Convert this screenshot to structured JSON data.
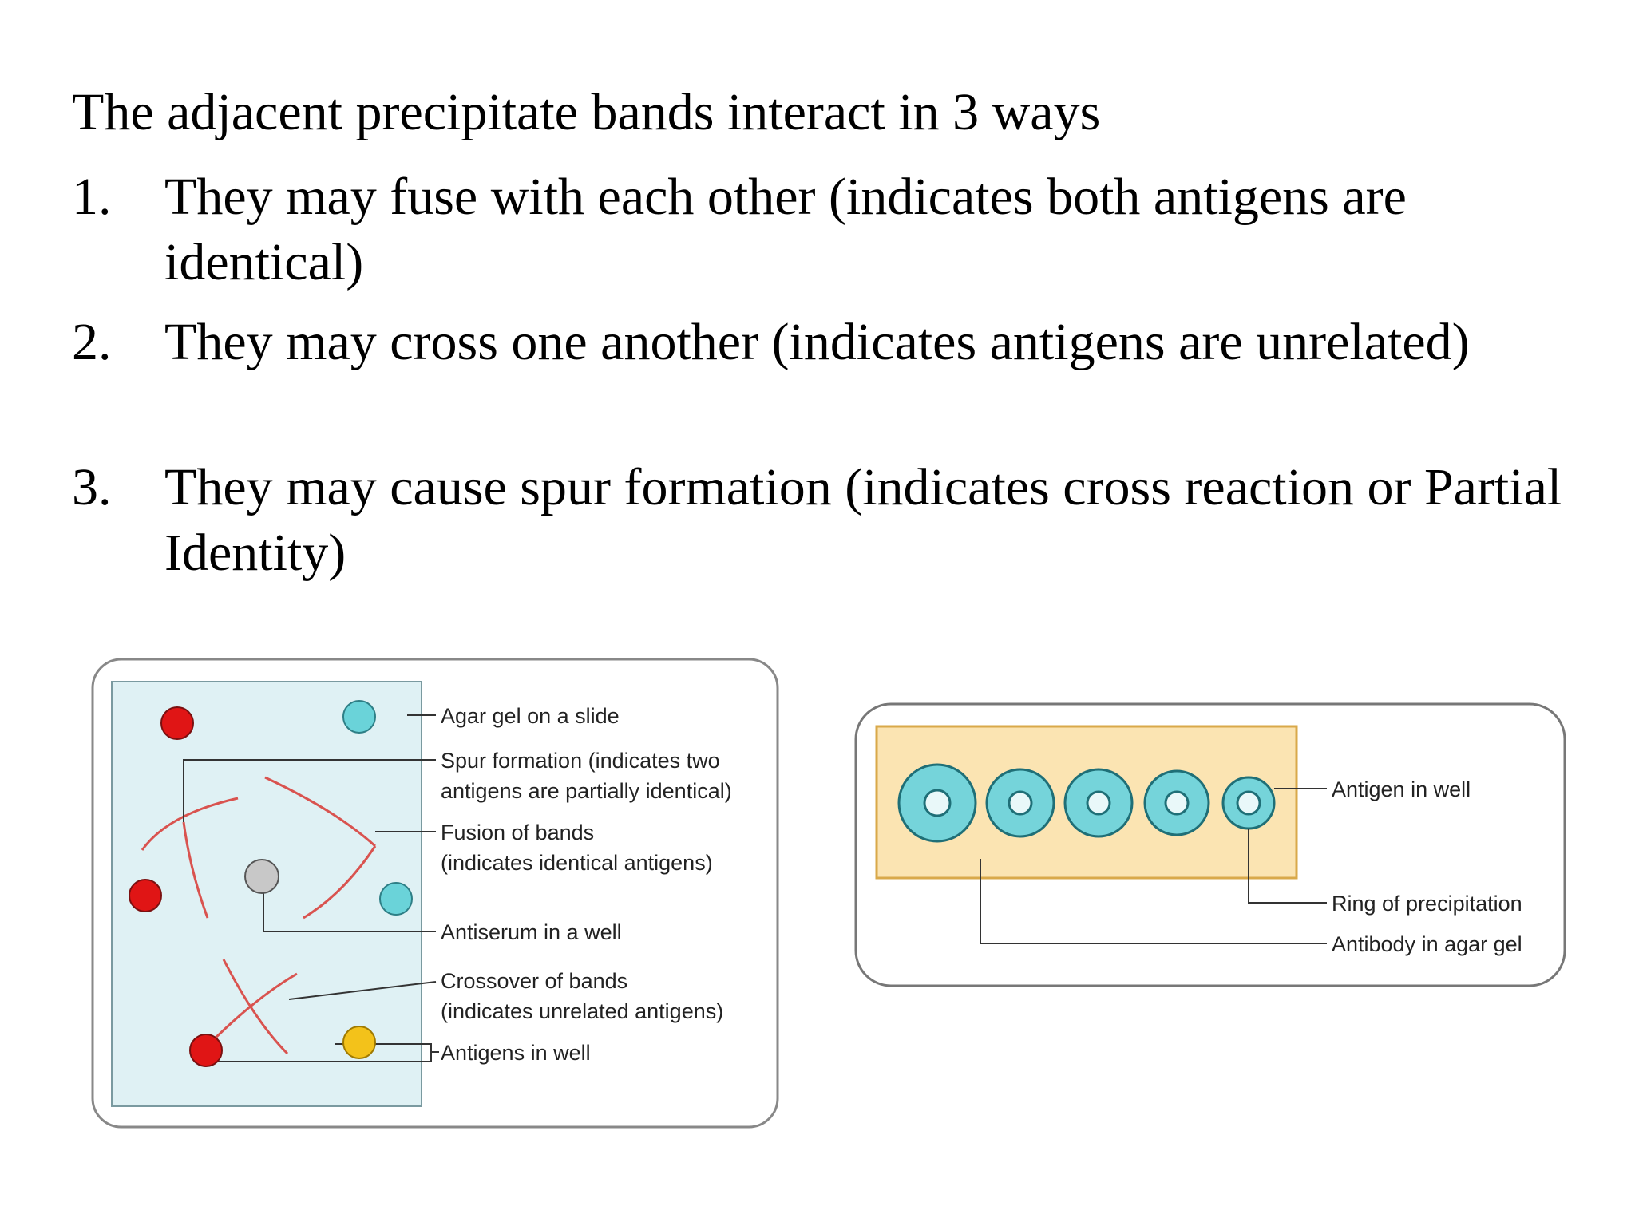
{
  "slide": {
    "heading": "The adjacent precipitate bands interact in 3 ways",
    "points": [
      {
        "number": "1.",
        "text": "They may fuse with each other (indicates both antigens are identical)"
      },
      {
        "number": "2.",
        "text": "They may cross one another (indicates antigens are unrelated)"
      },
      {
        "number": "3.",
        "text": "They may cause spur formation (indicates cross reaction or Partial Identity)"
      }
    ]
  },
  "left_diagram": {
    "labels": {
      "agar_gel": "Agar gel on a slide",
      "spur_1": "Spur formation (indicates two",
      "spur_2": "antigens are partially identical)",
      "fusion_1": "Fusion of bands",
      "fusion_2": "(indicates identical antigens)",
      "antiserum": "Antiserum in a well",
      "crossover_1": "Crossover of bands",
      "crossover_2": "(indicates unrelated antigens)",
      "antigens_well": "Antigens in well"
    },
    "colors": {
      "gel": "#dff1f4",
      "red_well": "#e01515",
      "cyan_well": "#6ad3d9",
      "gray_well": "#c8c8c8",
      "yellow_well": "#f3c21a",
      "band": "#d9534f"
    }
  },
  "right_diagram": {
    "labels": {
      "antigen_well": "Antigen in well",
      "ring": "Ring of precipitation",
      "antibody": "Antibody in agar gel"
    },
    "colors": {
      "gel": "#fbe4b2",
      "gel_border": "#e2b55a",
      "ring": "#75d4da"
    }
  }
}
